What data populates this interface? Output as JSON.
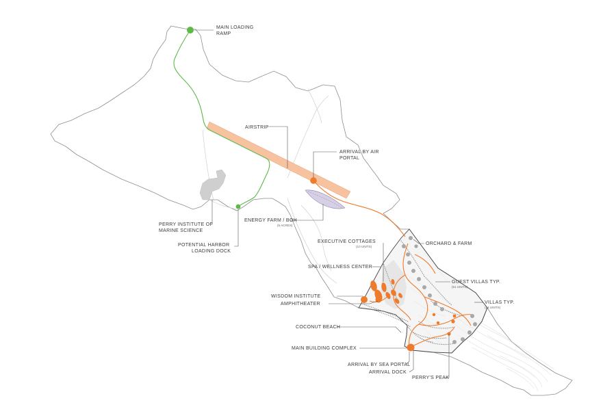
{
  "labels": {
    "main_loading_ramp": [
      "MAIN LOADING",
      "RAMP"
    ],
    "airstrip": "AIRSTRIP",
    "arrival_by_air_portal": [
      "ARRIVAL BY AIR",
      "PORTAL"
    ],
    "perry_institute": [
      "PERRY INSTITUTE OF",
      "MARINE SCIENCE"
    ],
    "energy_farm": "ENERGY FARM / BOH",
    "energy_farm_sub": "(5 ACRES)",
    "potential_harbor": "POTENTIAL HARBOR",
    "loading_dock": "LOADING DOCK",
    "executive_cottages": "EXECUTIVE COTTAGES",
    "executive_cottages_sub": "(10 UNITS)",
    "orchard_farm": "ORCHARD & FARM",
    "spa_wellness": "SPA  / WELLNESS CENTER",
    "guest_villas": "GUEST VILLAS TYP.",
    "guest_villas_sub": "(51 UNITS)",
    "villas_typ": "VILLAS TYP.",
    "villas_typ_sub": "(14 UNITS)",
    "wisdom_institute": "WISDOM INSTITUTE",
    "amphitheater": "AMPHITHEATER",
    "coconut_beach": "COCONUT BEACH",
    "main_building_complex": "MAIN BUILDING COMPLEX",
    "arrival_by_sea_portal": "ARRIVAL BY SEA PORTAL",
    "arrival_dock": "ARRIVAL DOCK",
    "perrys_peak": "PERRY'S PEAK"
  },
  "colors": {
    "orange": "#ee7a2c",
    "green": "#5cb947",
    "airstrip_fill": "#f6c2a0",
    "energy_farm_fill": "#d7cfe6",
    "grey_villa": "#a8a8a8",
    "institute_grey": "#cfcfcf"
  }
}
